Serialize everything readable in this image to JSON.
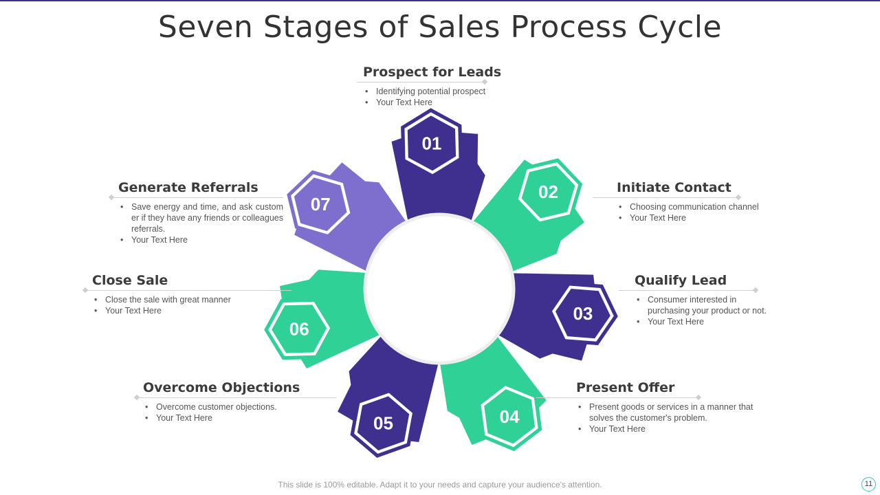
{
  "title": "Seven Stages of Sales Process Cycle",
  "colors": {
    "purple": "#3f2f8f",
    "green": "#2fd197",
    "light_purple": "#7e6fce",
    "text": "#3b3b3b"
  },
  "stages": [
    {
      "number": "01",
      "title": "Prospect for Leads",
      "bullets": [
        "Identifying potential prospect",
        "Your Text Here"
      ]
    },
    {
      "number": "02",
      "title": "Initiate Contact",
      "bullets": [
        "Choosing communication channel",
        "Your Text Here"
      ]
    },
    {
      "number": "03",
      "title": "Qualify Lead",
      "bullets": [
        "Consumer interested in purchasing your product or not.",
        "Your Text Here"
      ]
    },
    {
      "number": "04",
      "title": "Present Offer",
      "bullets": [
        "Present goods or services in a manner that solves the customer's problem.",
        "Your Text Here"
      ]
    },
    {
      "number": "05",
      "title": "Overcome Objections",
      "bullets": [
        "Overcome customer objections.",
        "Your Text Here"
      ]
    },
    {
      "number": "06",
      "title": "Close Sale",
      "bullets": [
        "Close the sale with great manner",
        "Your Text Here"
      ]
    },
    {
      "number": "07",
      "title": "Generate Referrals",
      "bullets": [
        "Save energy and time, and ask customer if they have any friends or colleagues referrals.",
        "Your Text Here"
      ]
    }
  ],
  "footer": "This slide is 100% editable. Adapt it to your needs and capture your audience's attention.",
  "page_number": "11"
}
